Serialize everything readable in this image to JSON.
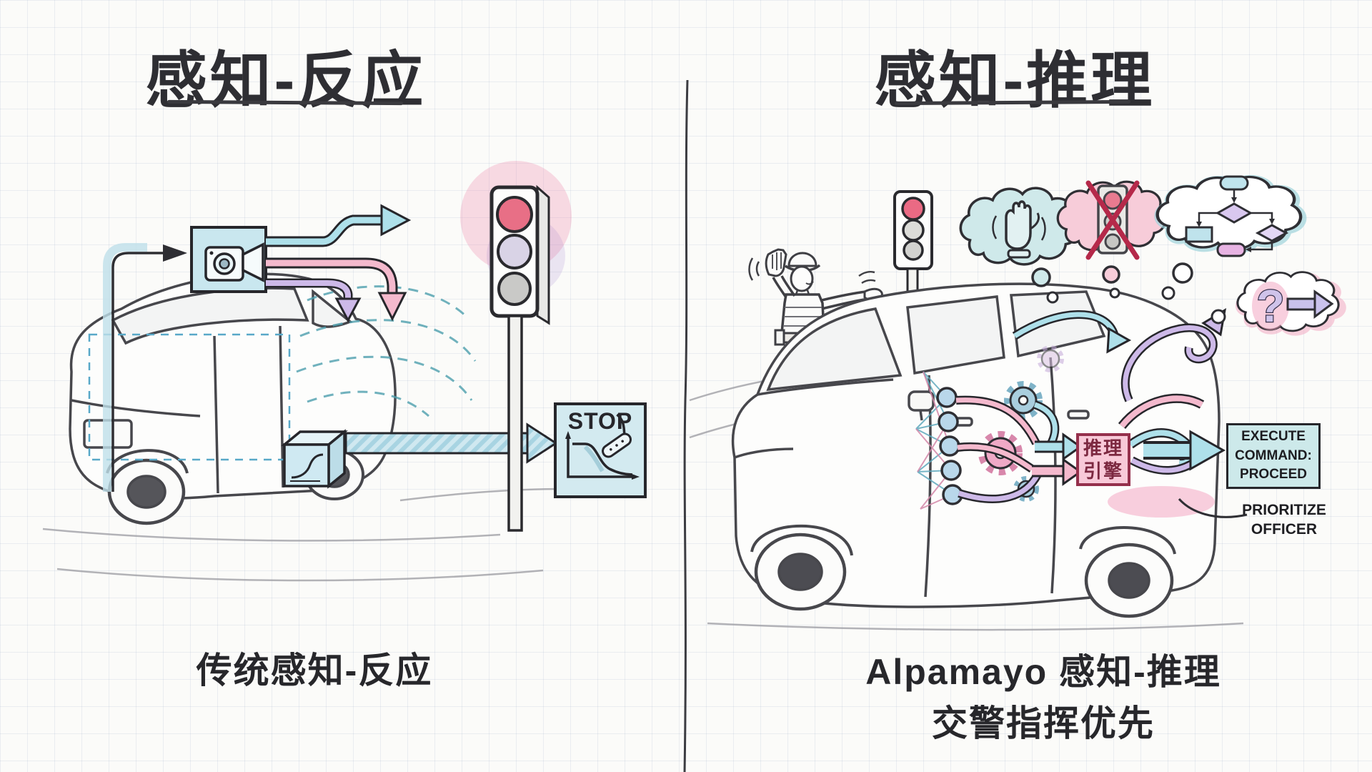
{
  "left_panel": {
    "title": "感知-反应",
    "caption": "传统感知-反应",
    "stop_label": "STOP"
  },
  "right_panel": {
    "title": "感知-推理",
    "caption_line1": "Alpamayo 感知-推理",
    "caption_line2": "交警指挥优先",
    "engine_line1": "推理",
    "engine_line2": "引擎",
    "execute_line1": "EXECUTE",
    "execute_line2": "COMMAND:",
    "execute_line3": "PROCEED",
    "prioritize_line1": "PRIORITIZE",
    "prioritize_line2": "OFFICER",
    "question_mark": "?"
  },
  "icons": [
    "video-camera-icon",
    "traffic-light-icon",
    "radar-waves-icon",
    "lidar-unit-icon",
    "brake-pedal-icon",
    "speed-curve-chart-icon",
    "officer-figure",
    "raised-hand-icon",
    "crossed-traffic-light-icon",
    "flowchart-icon",
    "question-arrow-icon",
    "neural-network-icon",
    "gear-icon",
    "thought-bubble"
  ],
  "colors": {
    "paper": "#fbfbf9",
    "pencil": "#3a3a3f",
    "teal": "#aee0ea",
    "pink": "#f4b9cd",
    "purple": "#cdb9e8",
    "red_light": "#e86f86",
    "engine_fill": "#f8c9d8",
    "engine_border": "#95304c",
    "execute_fill": "#cde9ea",
    "stop_fill": "#d3eaf0"
  }
}
